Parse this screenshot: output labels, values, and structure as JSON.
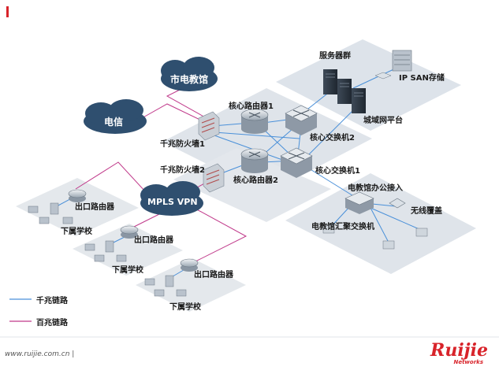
{
  "clouds": {
    "city_edu": "市电教馆",
    "telecom": "电信",
    "mpls": "MPLS VPN"
  },
  "labels": {
    "server_cluster": "服务器群",
    "ip_san": "IP SAN存储",
    "metro_platform": "城域网平台",
    "core_router_1": "核心路由器1",
    "core_router_2": "核心路由器2",
    "core_switch_1": "核心交换机1",
    "core_switch_2": "核心交换机2",
    "firewall_1": "千兆防火墙1",
    "firewall_2": "千兆防火墙2",
    "office_access": "电教馆办公接入",
    "wireless": "无线覆盖",
    "aggregation_switch": "电教馆汇聚交换机",
    "exit_router_a": "出口路由器",
    "exit_router_b": "出口路由器",
    "exit_router_c": "出口路由器",
    "school_a": "下属学校",
    "school_b": "下属学校",
    "school_c": "下属学校"
  },
  "legend": {
    "gigabit": "千兆链路",
    "hundred": "百兆链路",
    "gigabit_color": "#4a90d9",
    "hundred_color": "#c0398a"
  },
  "footer": {
    "url": "www.ruijie.com.cn  |",
    "brand": "Ruijie",
    "brand_sub": "Networks"
  },
  "colors": {
    "cloud": "#2f4f6f",
    "platform": "#dde3ea",
    "accent": "#d8232a"
  }
}
